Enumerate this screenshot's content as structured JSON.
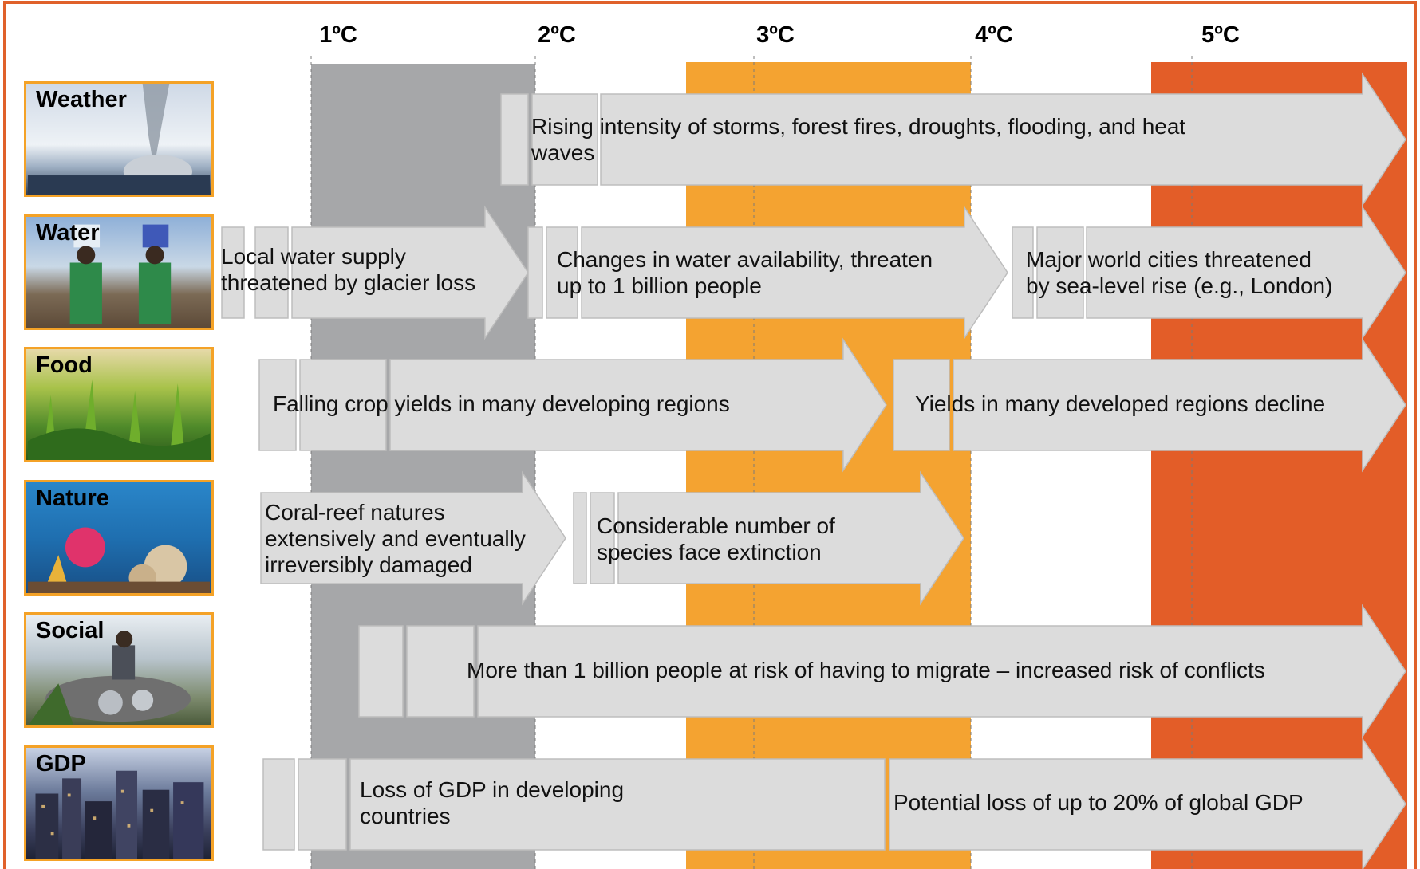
{
  "colors": {
    "frame": "#e0612a",
    "band_1_2": "#a6a7a9",
    "band_3_4": "#f4a331",
    "band_5": "#e35d28",
    "arrow_fill": "#dcdcdc",
    "card_border": "#f4a227"
  },
  "temperature_ticks": [
    "1ºC",
    "2ºC",
    "3ºC",
    "4ºC",
    "5ºC"
  ],
  "categories": [
    {
      "label": "Weather",
      "icon": "tornado-photo"
    },
    {
      "label": "Water",
      "icon": "water-carriers-photo"
    },
    {
      "label": "Food",
      "icon": "crop-field-photo"
    },
    {
      "label": "Nature",
      "icon": "coral-reef-photo"
    },
    {
      "label": "Social",
      "icon": "migrants-photo"
    },
    {
      "label": "GDP",
      "icon": "city-skyline-photo"
    }
  ],
  "impacts": [
    {
      "row": 0,
      "lines": [
        "Rising intensity of storms, forest fires, droughts, flooding, and heat",
        "waves"
      ]
    },
    {
      "row": 1,
      "lines": [
        "Local water supply",
        "threatened by glacier loss"
      ]
    },
    {
      "row": 1,
      "lines": [
        "Changes in water availability, threaten",
        "up to 1 billion people"
      ]
    },
    {
      "row": 1,
      "lines": [
        "Major world cities threatened",
        "by sea-level rise (e.g., London)"
      ]
    },
    {
      "row": 2,
      "lines": [
        "Falling crop yields in many developing regions"
      ]
    },
    {
      "row": 2,
      "lines": [
        "Yields in many developed regions decline"
      ]
    },
    {
      "row": 3,
      "lines": [
        "Coral-reef natures",
        "extensively and eventually",
        "irreversibly damaged"
      ]
    },
    {
      "row": 3,
      "lines": [
        "Considerable number of",
        "species face extinction"
      ]
    },
    {
      "row": 4,
      "lines": [
        "More than 1 billion people at risk of having to migrate – increased risk of conflicts"
      ]
    },
    {
      "row": 5,
      "lines": [
        "Loss of GDP in developing",
        "countries"
      ]
    },
    {
      "row": 5,
      "lines": [
        "Potential loss of up to 20% of global GDP"
      ]
    }
  ]
}
